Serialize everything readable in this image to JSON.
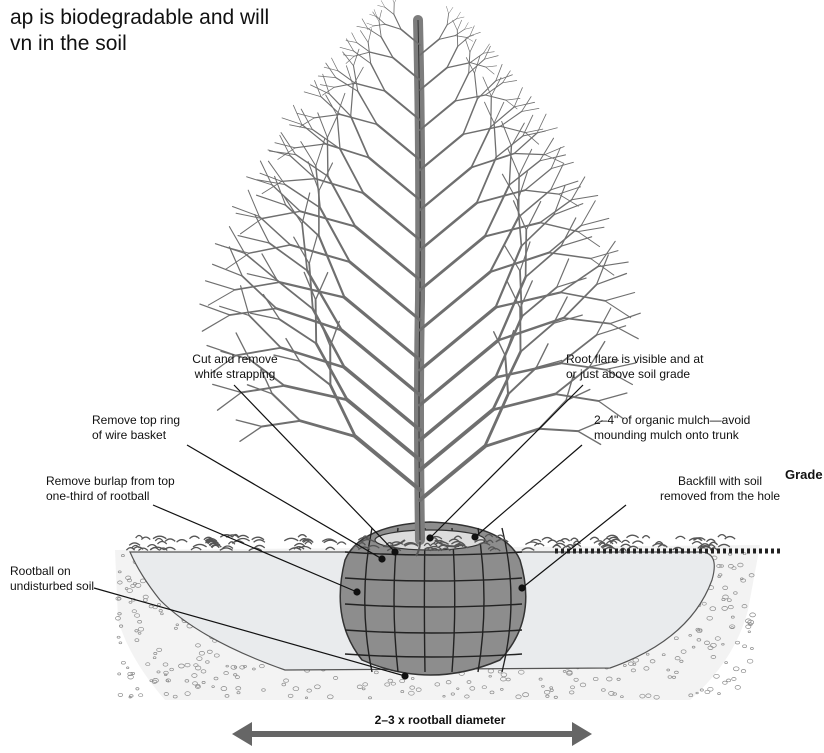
{
  "caption": {
    "line1": "ap is biodegradable and will",
    "line2": "vn in the soil"
  },
  "labels": {
    "cut_strapping": [
      "Cut and remove",
      "white strapping"
    ],
    "root_flare": [
      "Root flare is visible and at",
      "or just above soil grade"
    ],
    "wire_basket": [
      "Remove top ring",
      "of wire basket"
    ],
    "mulch": [
      "2–4\" of organic mulch—avoid",
      "mounding mulch onto trunk"
    ],
    "burlap": [
      "Remove burlap from top",
      "one-third of rootball"
    ],
    "backfill": [
      "Backfill with soil",
      "removed from the hole"
    ],
    "rootball": [
      "Rootball on",
      "undisturbed soil"
    ],
    "grade": "Grade",
    "dimension": "2–3 x rootball diameter"
  },
  "colors": {
    "trunk": "#8a8a8a",
    "soil_stipple": "#9a9a9a",
    "hole_fill": "#e6e8ea",
    "rootball": "#7c7c7c",
    "mulch": "#6b6b6b",
    "arrow": "#666666"
  }
}
